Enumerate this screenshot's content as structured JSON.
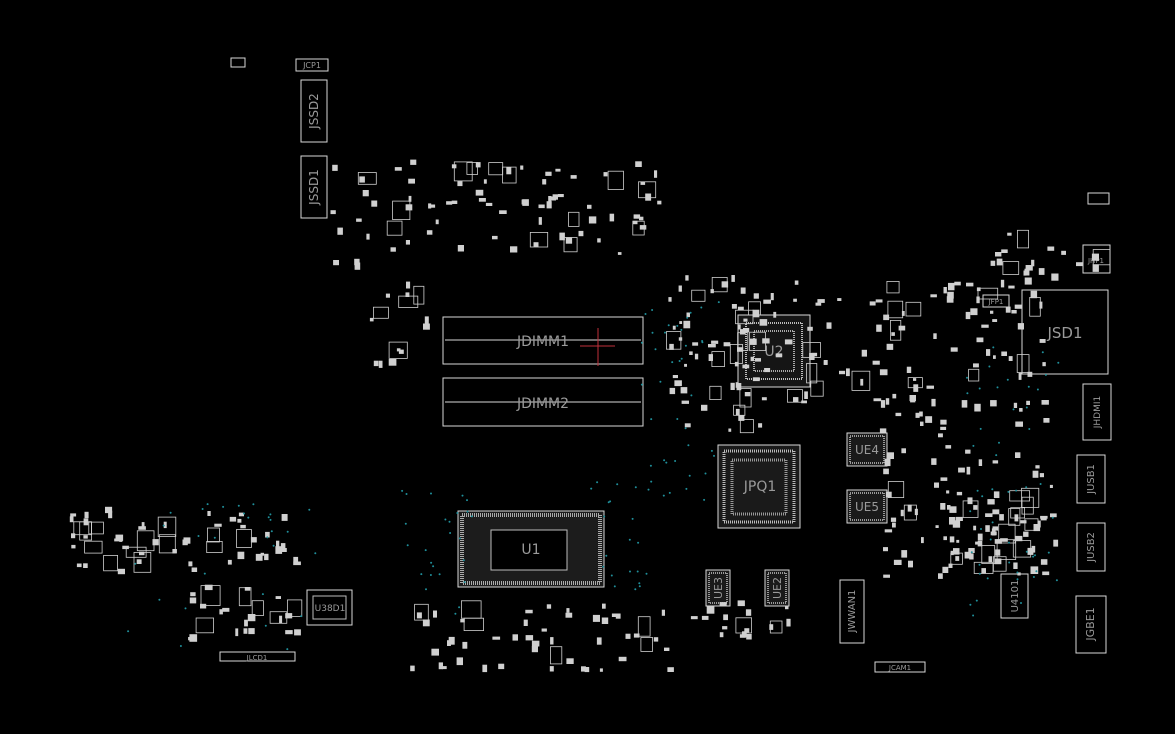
{
  "colors": {
    "background": "#000000",
    "outline": "#d8d8d8",
    "label": "#9a9a9a",
    "via": "#1f8f9a",
    "marker": "#c0303a"
  },
  "labels": {
    "jcp1": "JCP1",
    "jssd2": "JSSD2",
    "jssd1": "JSSD1",
    "jdimm1": "JDIMM1",
    "jdimm2": "JDIMM2",
    "u2": "U2",
    "jsd1": "JSD1",
    "jhp1": "JHP1",
    "jfp1": "JFP1",
    "jhdmi1": "JHDMI1",
    "jpq1": "JPQ1",
    "ue4": "UE4",
    "ue5": "UE5",
    "jusb1": "JUSB1",
    "jusb2": "JUSB2",
    "u1": "U1",
    "ue3": "UE3",
    "ue2": "UE2",
    "jwwan1": "JWWAN1",
    "u4101": "U4101",
    "jgbe1": "JGBE1",
    "jcam1": "JCAM1",
    "u38d1": "U38D1",
    "jlcd1": "JLCD1"
  }
}
